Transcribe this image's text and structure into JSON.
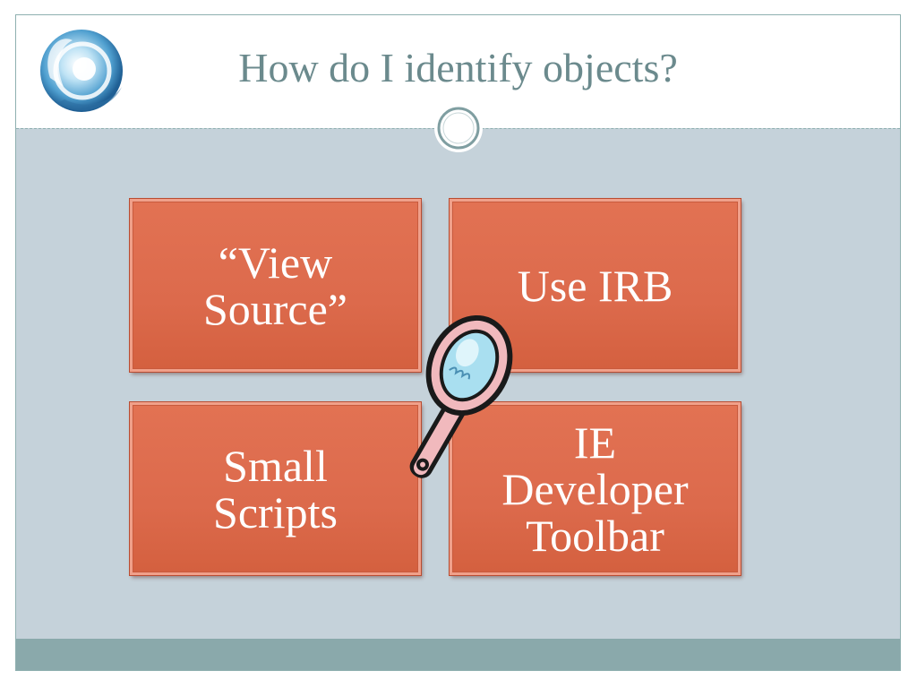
{
  "slide": {
    "title": "How do I identify objects?"
  },
  "tiles": [
    {
      "label": "“View\nSource”"
    },
    {
      "label": "Use IRB"
    },
    {
      "label": "Small\nScripts"
    },
    {
      "label": "IE\nDeveloper\nToolbar"
    }
  ],
  "colors": {
    "title": "#6b8a8d",
    "tile": "#dc6a4c",
    "background": "#c5d2da",
    "footer": "#8aa9ab"
  },
  "icons": {
    "logo": "swirl-orb-logo",
    "ornament": "circle-ornament",
    "clipart": "hand-mirror-clipart"
  }
}
